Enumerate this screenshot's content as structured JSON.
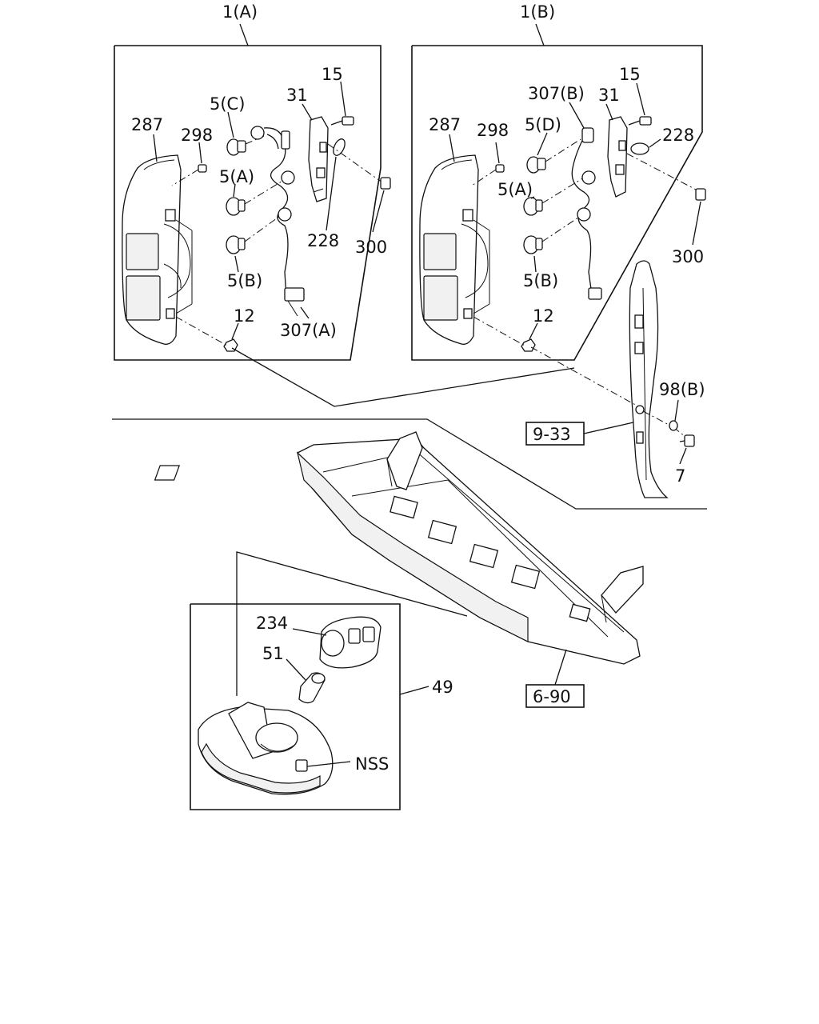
{
  "diagram": {
    "assembly_labels": {
      "left": "1(A)",
      "right": "1(B)"
    },
    "left_unit": {
      "labels": {
        "lens": "287",
        "grommet": "298",
        "bulb_c": "5(C)",
        "bulb_a": "5(A)",
        "bulb_b": "5(B)",
        "bracket": "31",
        "screw": "15",
        "gasket": "228",
        "clip": "300",
        "harness": "307(A)",
        "nut": "12"
      }
    },
    "right_unit": {
      "labels": {
        "lens": "287",
        "grommet": "298",
        "bulb_d": "5(D)",
        "bulb_a": "5(A)",
        "bulb_b": "5(B)",
        "harness": "307(B)",
        "bracket": "31",
        "screw": "15",
        "gasket": "228",
        "clip": "300",
        "nut": "12"
      }
    },
    "body_panel": {
      "washer": "98(B)",
      "bolt": "7",
      "ref": "9-33"
    },
    "bumper": {
      "ref": "6-90"
    },
    "license_lamp": {
      "assembly": "49",
      "socket": "234",
      "bulb": "51",
      "housing": "NSS"
    }
  }
}
